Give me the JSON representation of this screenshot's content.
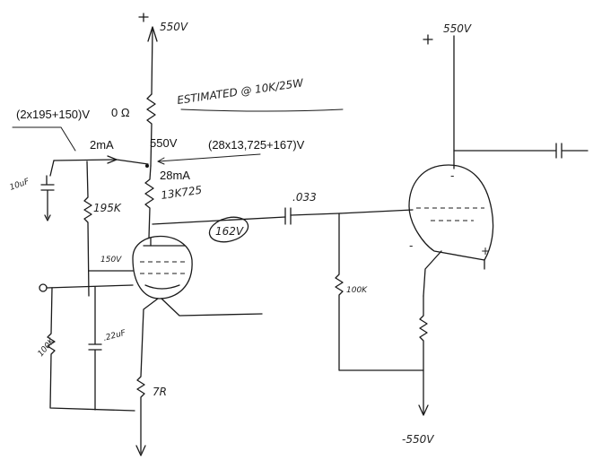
{
  "annotations": {
    "supply_top_left": "550V",
    "supply_top_right": "550V",
    "supply_bottom_right": "-550V",
    "plus_sign": "+",
    "estimated_note": "ESTIMATED @ 10K/25W",
    "anode_res_zero": "0 Ω",
    "node_voltage": "550V",
    "grid_bias_formula": "(2x195+150)V",
    "bleed_current": "2mA",
    "anode_formula": "(28x13,725+167)V",
    "anode_current": "28mA",
    "anode_resistor": "13K725",
    "bias_resistor": "195K",
    "cap_10uf": "10uF",
    "coupling_cap": ".033",
    "anode_voltage_circled": "162V",
    "grid_voltage": "150V",
    "grid_leak": "100K",
    "right_grid_res": "100K",
    "bypass_cap": ".22uF",
    "cathode_res": "7R",
    "opamp_minus": "-",
    "opamp_plus": "+"
  }
}
